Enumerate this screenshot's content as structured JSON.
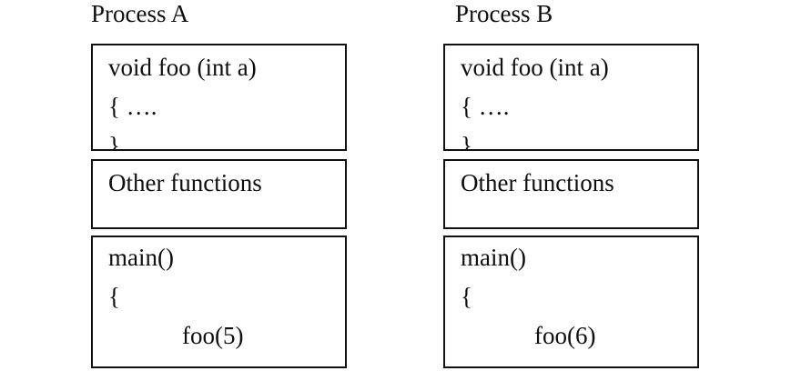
{
  "diagram": {
    "background_color": "#ffffff",
    "border_color": "#111111",
    "text_color": "#0f0f0f",
    "processes": [
      {
        "title": "Process A",
        "boxes": [
          {
            "name": "foo-function",
            "lines": [
              "void foo (int a)",
              "{ ….",
              "}"
            ]
          },
          {
            "name": "other-functions",
            "lines": [
              "Other functions"
            ]
          },
          {
            "name": "main-function",
            "lines": [
              "main()",
              "{",
              "foo(5)"
            ]
          }
        ]
      },
      {
        "title": "Process B",
        "boxes": [
          {
            "name": "foo-function",
            "lines": [
              "void foo (int a)",
              "{ ….",
              "}"
            ]
          },
          {
            "name": "other-functions",
            "lines": [
              "Other functions"
            ]
          },
          {
            "name": "main-function",
            "lines": [
              "main()",
              "{",
              "foo(6)"
            ]
          }
        ]
      }
    ]
  }
}
